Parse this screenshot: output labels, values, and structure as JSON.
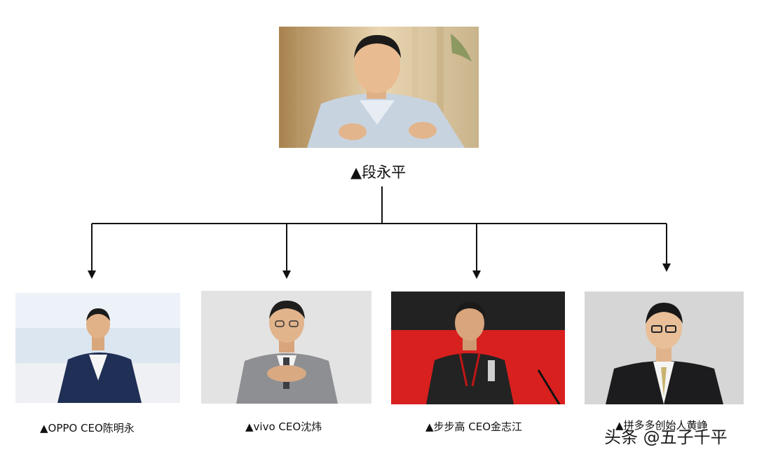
{
  "root": {
    "caption": "▲段永平",
    "photo_icon": "person-photo"
  },
  "children": [
    {
      "caption": "▲OPPO CEO陈明永",
      "photo_icon": "person-photo"
    },
    {
      "caption": "▲vivo CEO沈炜",
      "photo_icon": "person-photo"
    },
    {
      "caption": "▲步步高 CEO金志江",
      "photo_icon": "person-photo"
    },
    {
      "caption": "▲拼多多创始人黄峥",
      "photo_icon": "person-photo"
    }
  ],
  "watermark": "头条 @五子千平",
  "colors": {
    "background": "#ffffff",
    "lines": "#111111",
    "text": "#111111"
  }
}
